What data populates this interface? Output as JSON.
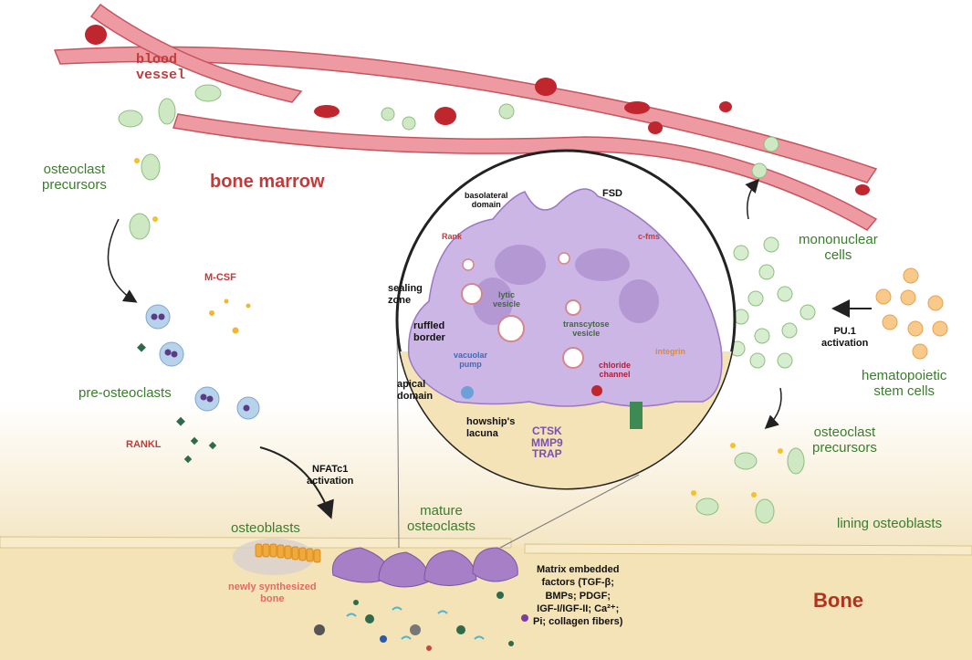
{
  "colors": {
    "blood_vessel": "#e8848f",
    "red_cell": "#c0262d",
    "bone": "#f3e3b6",
    "osteoclast": "#b89ad3",
    "precursor": "#cfe8c4",
    "stem_cell": "#f5c27a",
    "label_green": "#3a7d2c",
    "label_red": "#c23b3b"
  },
  "labels": {
    "blood_vessel": "blood\nvessel",
    "bone_marrow": "bone marrow",
    "osteoclast_precursors_left": "osteoclast\nprecursors",
    "mcsf": "M-CSF",
    "pre_osteoclasts": "pre-osteoclasts",
    "rankl": "RANKL",
    "nfatc1": "NFATc1\nactivation",
    "osteoblasts": "osteoblasts",
    "newly_synthesized_bone": "newly synthesized\nbone",
    "mature_osteoclasts": "mature\nosteoclasts",
    "matrix_factors": "Matrix embedded\nfactors (TGF-β;\nBMPs; PDGF;\nIGF-I/IGF-II; Ca²⁺;\nPi; collagen fibers)",
    "bone": "Bone",
    "lining_osteoblasts": "lining osteoblasts",
    "osteoclast_precursors_right": "osteoclast\nprecursors",
    "hematopoietic_stem_cells": "hematopoietic\nstem cells",
    "pu1": "PU.1\nactivation",
    "mononuclear_cells": "mononuclear\ncells"
  },
  "inset": {
    "basolateral_domain": "basolateral\ndomain",
    "fsd": "FSD",
    "rank": "Rank",
    "cfms": "c-fms",
    "sealing_zone": "sealing\nzone",
    "lytic_vesicle": "lytic\nvesicle",
    "ruffled_border": "ruffled\nborder",
    "transcytose_vesicle": "transcytose\nvesicle",
    "vacuolar_pump": "vacuolar\npump",
    "integrin": "integrin",
    "chloride_channel": "chloride\nchannel",
    "apical_domain": "apical\ndomain",
    "howships_lacuna": "howship's\nlacuna",
    "enzymes": "CTSK\nMMP9\nTRAP"
  }
}
